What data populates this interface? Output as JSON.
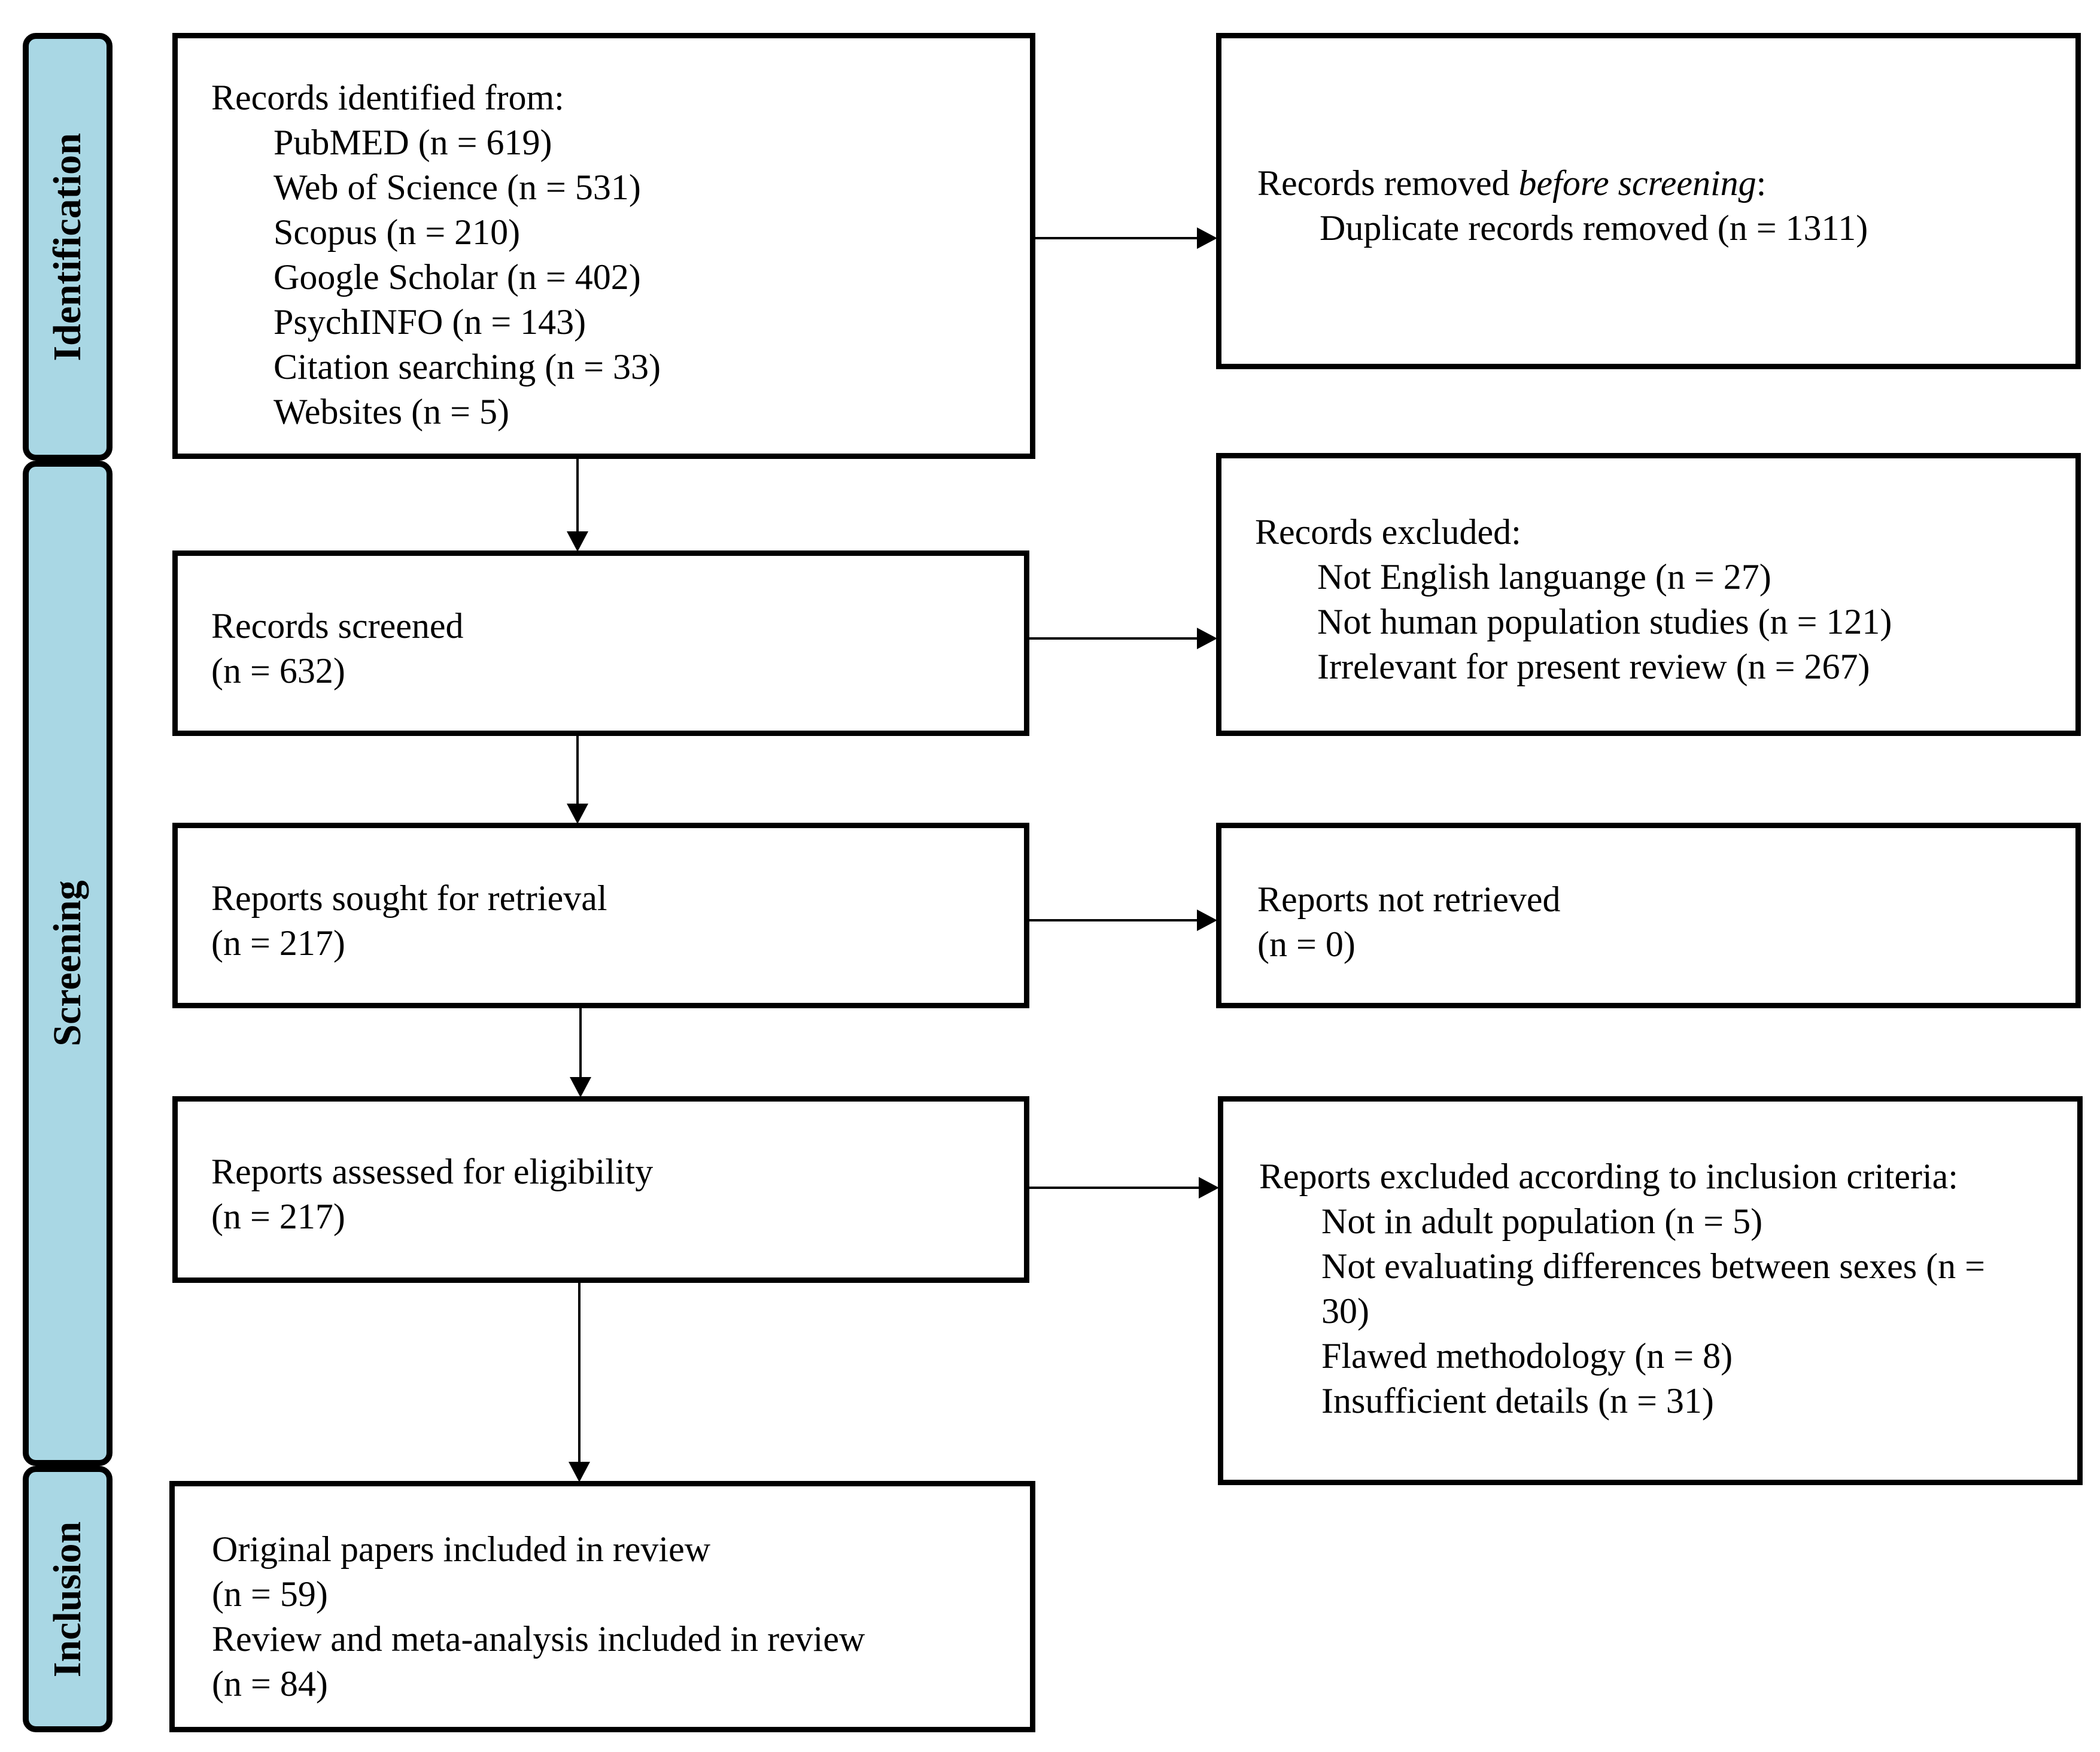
{
  "phases": {
    "identification": "Identification",
    "screening": "Screening",
    "inclusion": "Inclusion"
  },
  "identified": {
    "heading": "Records identified from:",
    "sources": [
      "PubMED (n = 619)",
      "Web of Science (n = 531)",
      "Scopus (n = 210)",
      "Google Scholar (n = 402)",
      "PsychINFO (n = 143)",
      "Citation searching (n = 33)",
      "Websites (n = 5)"
    ]
  },
  "removed": {
    "heading_prefix": "Records removed ",
    "heading_italic": "before screening",
    "heading_suffix": ":",
    "item": "Duplicate records removed  (n = 1311)"
  },
  "screened": {
    "label": "Records screened",
    "count": "(n = 632)"
  },
  "excluded": {
    "heading": "Records excluded:",
    "items": [
      "Not English languange  (n = 27)",
      "Not human population studies (n = 121)",
      "Irrelevant for present review (n = 267)"
    ]
  },
  "sought": {
    "label": "Reports sought for retrieval",
    "count": "(n = 217)"
  },
  "not_retrieved": {
    "label": "Reports not retrieved",
    "count": "(n = 0)"
  },
  "assessed": {
    "label": "Reports assessed for eligibility",
    "count": "(n = 217)"
  },
  "excluded_criteria": {
    "heading": "Reports excluded according to inclusion criteria:",
    "items": [
      "Not in adult population (n = 5)",
      "Not evaluating differences between sexes (n =",
      "30)",
      "Flawed methodology (n = 8)",
      "Insufficient details (n = 31)"
    ]
  },
  "included": {
    "original_label": "Original papers included in review",
    "original_count": "(n = 59)",
    "review_label": "Review and meta-analysis included in review",
    "review_count": "(n = 84)"
  }
}
